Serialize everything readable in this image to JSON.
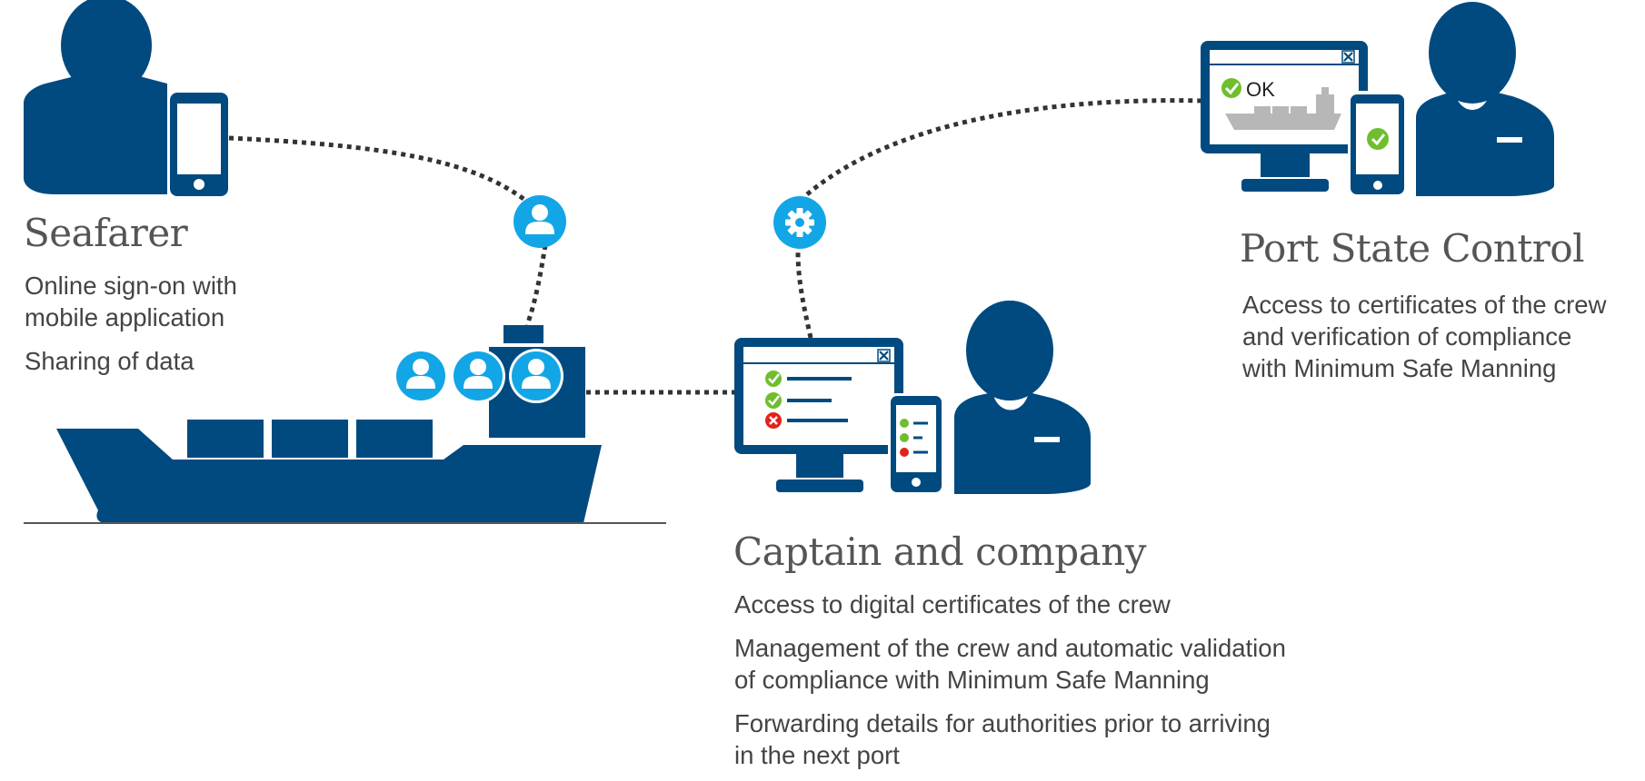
{
  "colors": {
    "navy": "#004a80",
    "cyan": "#12a6e6",
    "dotted_line": "#333333",
    "check_green": "#6fbe2e",
    "error_red": "#e2231a",
    "ship_gray": "#b7b7b7",
    "title_text": "#555555",
    "body_text": "#444444"
  },
  "seafarer": {
    "title": "Seafarer",
    "lines": [
      "Online sign-on with",
      "mobile application",
      "Sharing of data"
    ],
    "icons": [
      "person-icon",
      "smartphone-icon"
    ]
  },
  "ship": {
    "icons": [
      "container-ship-icon",
      "crew-member-icon",
      "crew-member-icon",
      "crew-member-icon"
    ]
  },
  "captain": {
    "title": "Captain and company",
    "lines": [
      "Access to digital certificates of the crew",
      "Management of the crew and automatic validation",
      "of compliance with Minimum Safe Manning",
      "Forwarding details for authorities prior to arriving",
      "in the next port"
    ],
    "icons": [
      "desktop-monitor-icon",
      "checklist-icon",
      "smartphone-icon",
      "officer-icon"
    ]
  },
  "port_state_control": {
    "title": "Port State Control",
    "lines": [
      "Access to certificates of the crew",
      "and verification of compliance",
      "with Minimum Safe Manning"
    ],
    "monitor_status": "OK",
    "icons": [
      "desktop-monitor-icon",
      "check-icon",
      "ship-icon",
      "smartphone-icon",
      "officer-icon"
    ]
  },
  "connectors": {
    "seafarer_to_ship_icon": "user-badge-icon",
    "ship_to_port_icon": "gear-badge-icon"
  }
}
